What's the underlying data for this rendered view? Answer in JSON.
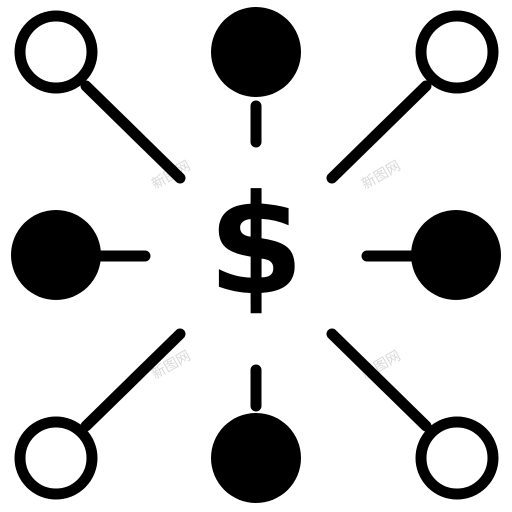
{
  "icon": {
    "name": "money-network-icon",
    "center_symbol": "$",
    "stroke_color": "#000000",
    "background_color": "#ffffff",
    "node_styles": {
      "top": "filled",
      "bottom": "filled",
      "left": "filled",
      "right": "filled",
      "top-left": "hollow",
      "top-right": "hollow",
      "bottom-left": "hollow",
      "bottom-right": "hollow"
    }
  },
  "watermark": {
    "text": "新图网",
    "color": "#d9d9d9"
  }
}
